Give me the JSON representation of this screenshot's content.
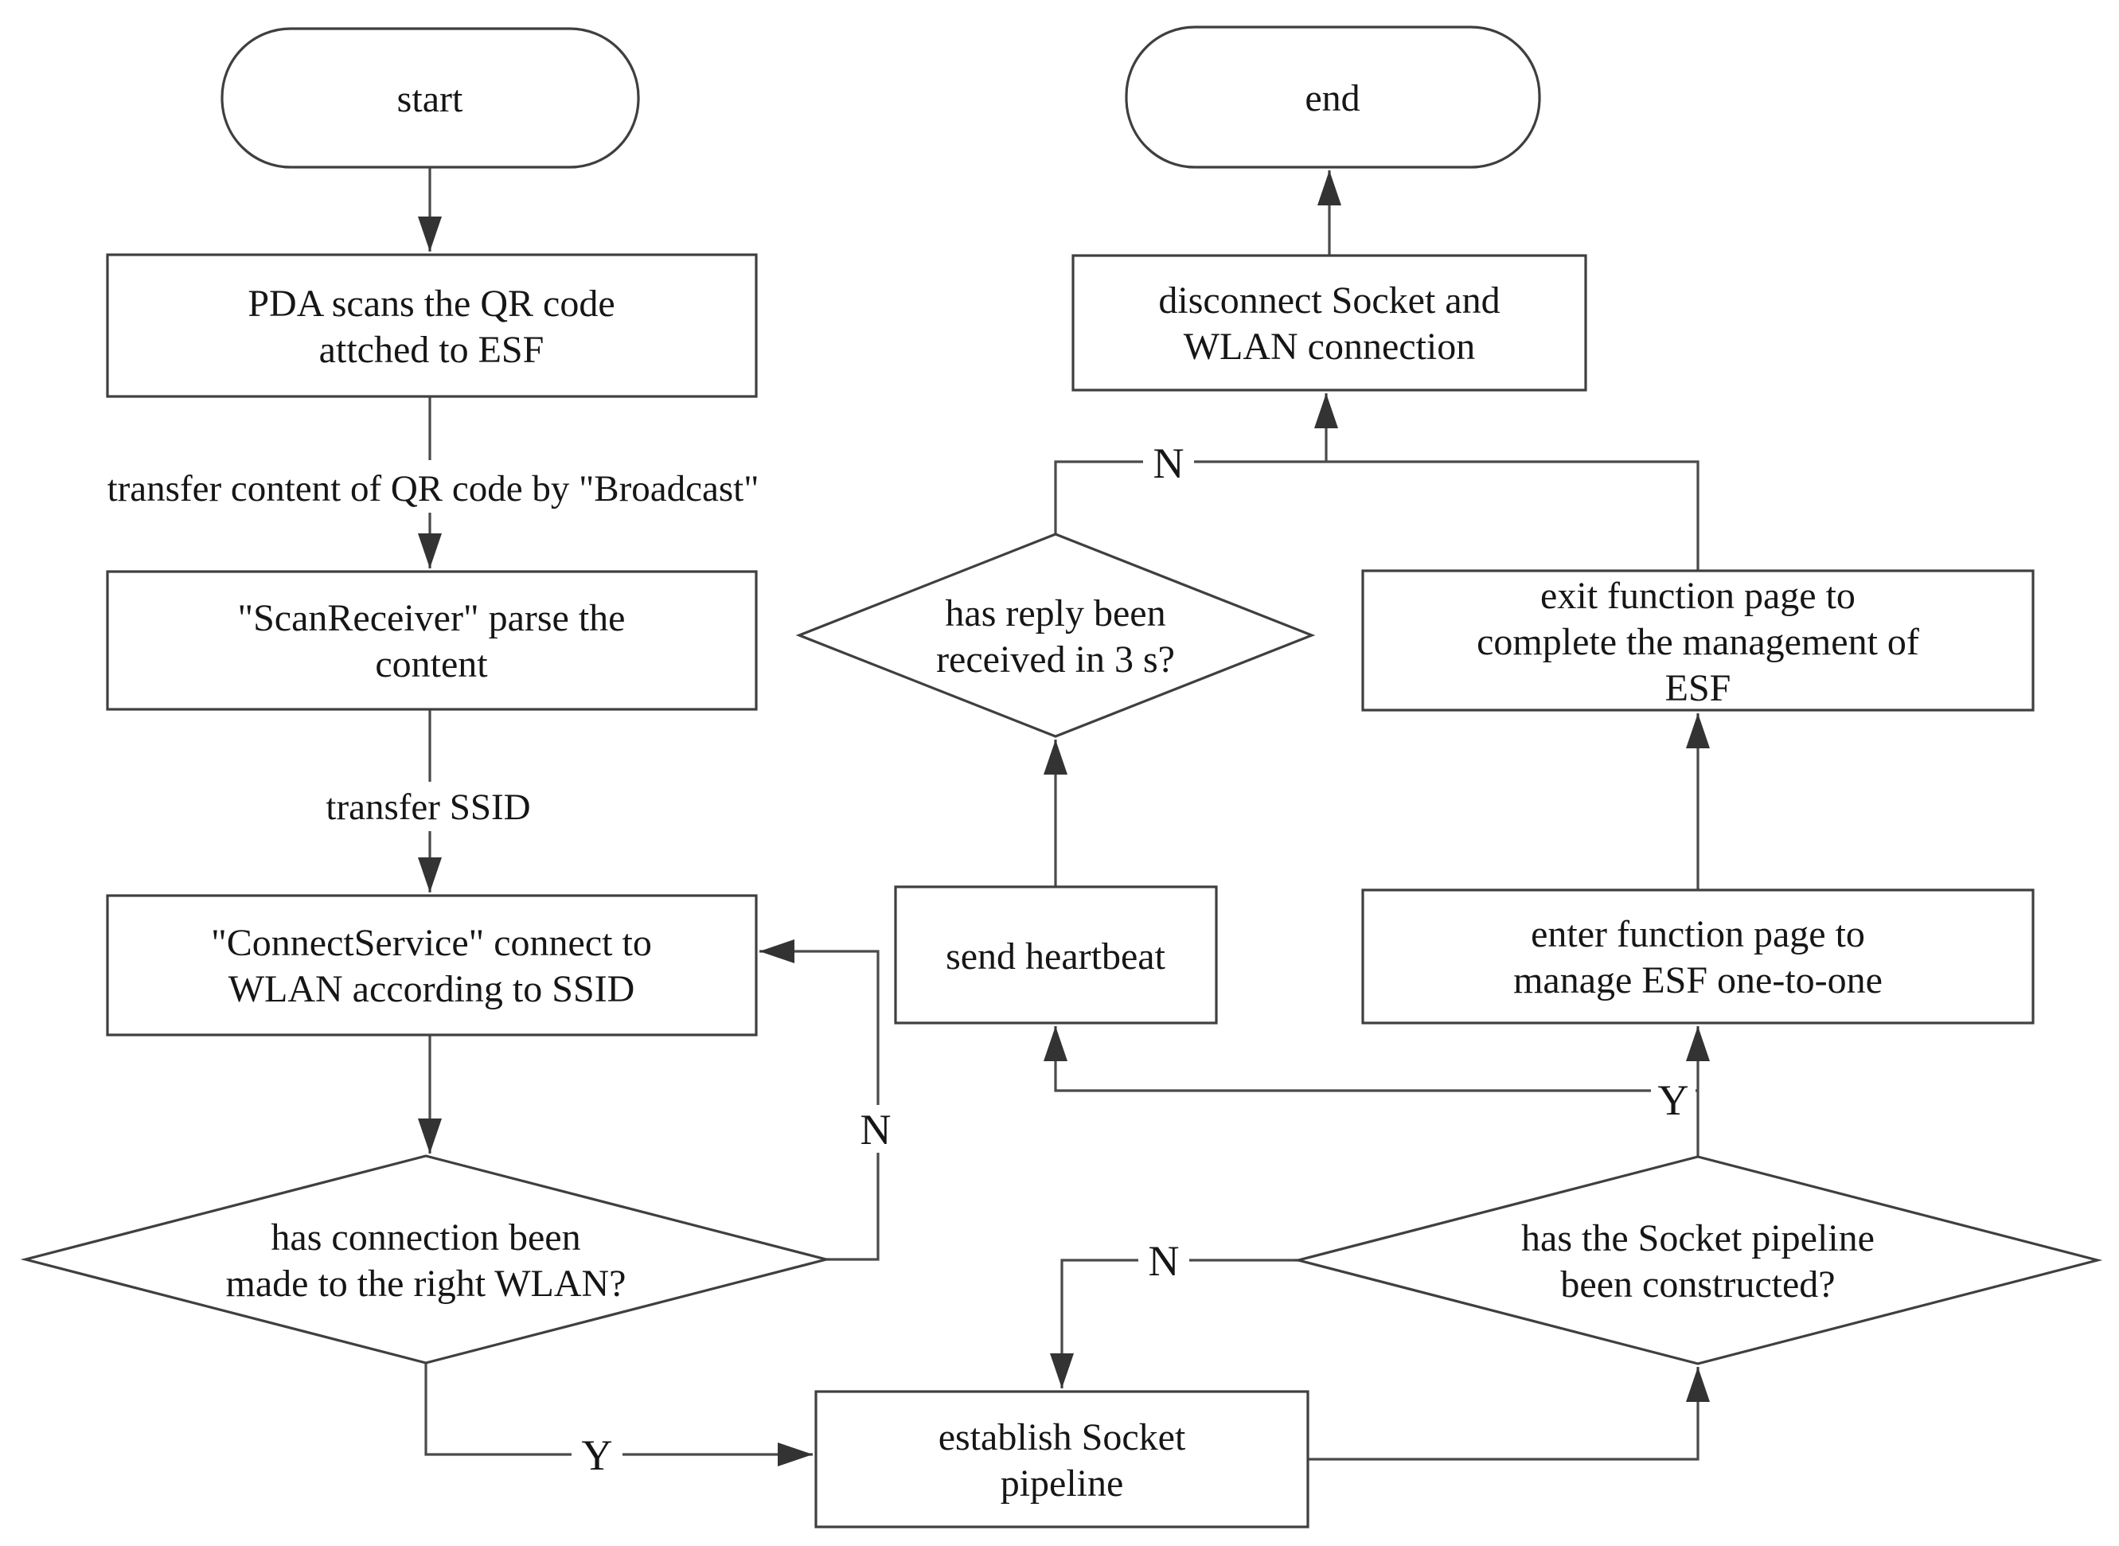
{
  "diagram": {
    "background_color": "#ffffff",
    "line_color": "#4a4a4a",
    "text_color": "#161616",
    "type": "flowchart"
  },
  "nodes": {
    "start": {
      "type": "terminator",
      "label": "start"
    },
    "end": {
      "type": "terminator",
      "label": "end"
    },
    "pda_scan": {
      "type": "process",
      "lines": [
        "PDA scans the QR code",
        "attched to ESF"
      ]
    },
    "scan_receiver": {
      "type": "process",
      "lines": [
        "\"ScanReceiver\" parse the",
        "content"
      ]
    },
    "connect_service": {
      "type": "process",
      "lines": [
        "\"ConnectService\" connect to",
        "WLAN according to SSID"
      ]
    },
    "wlan_decision": {
      "type": "decision",
      "lines": [
        "has connection been",
        "made to the right WLAN?"
      ]
    },
    "establish_socket": {
      "type": "process",
      "lines": [
        "establish Socket",
        "pipeline"
      ]
    },
    "socket_decision": {
      "type": "decision",
      "lines": [
        "has the Socket pipeline",
        "been constructed?"
      ]
    },
    "send_heartbeat": {
      "type": "process",
      "lines": [
        "send heartbeat"
      ]
    },
    "reply_decision": {
      "type": "decision",
      "lines": [
        "has reply been",
        "received in 3 s?"
      ]
    },
    "enter_function": {
      "type": "process",
      "lines": [
        "enter function page to",
        "manage ESF one-to-one"
      ]
    },
    "exit_function": {
      "type": "process",
      "lines": [
        "exit function page to",
        "complete the management of",
        "ESF"
      ]
    },
    "disconnect": {
      "type": "process",
      "lines": [
        "disconnect Socket and",
        "WLAN connection"
      ]
    }
  },
  "edge_labels": {
    "broadcast": "transfer content of QR code by \"Broadcast\"",
    "transfer_ssid": "transfer SSID",
    "wlan_yes": "Y",
    "wlan_no": "N",
    "socket_yes": "Y",
    "socket_no": "N",
    "reply_no": "N"
  }
}
